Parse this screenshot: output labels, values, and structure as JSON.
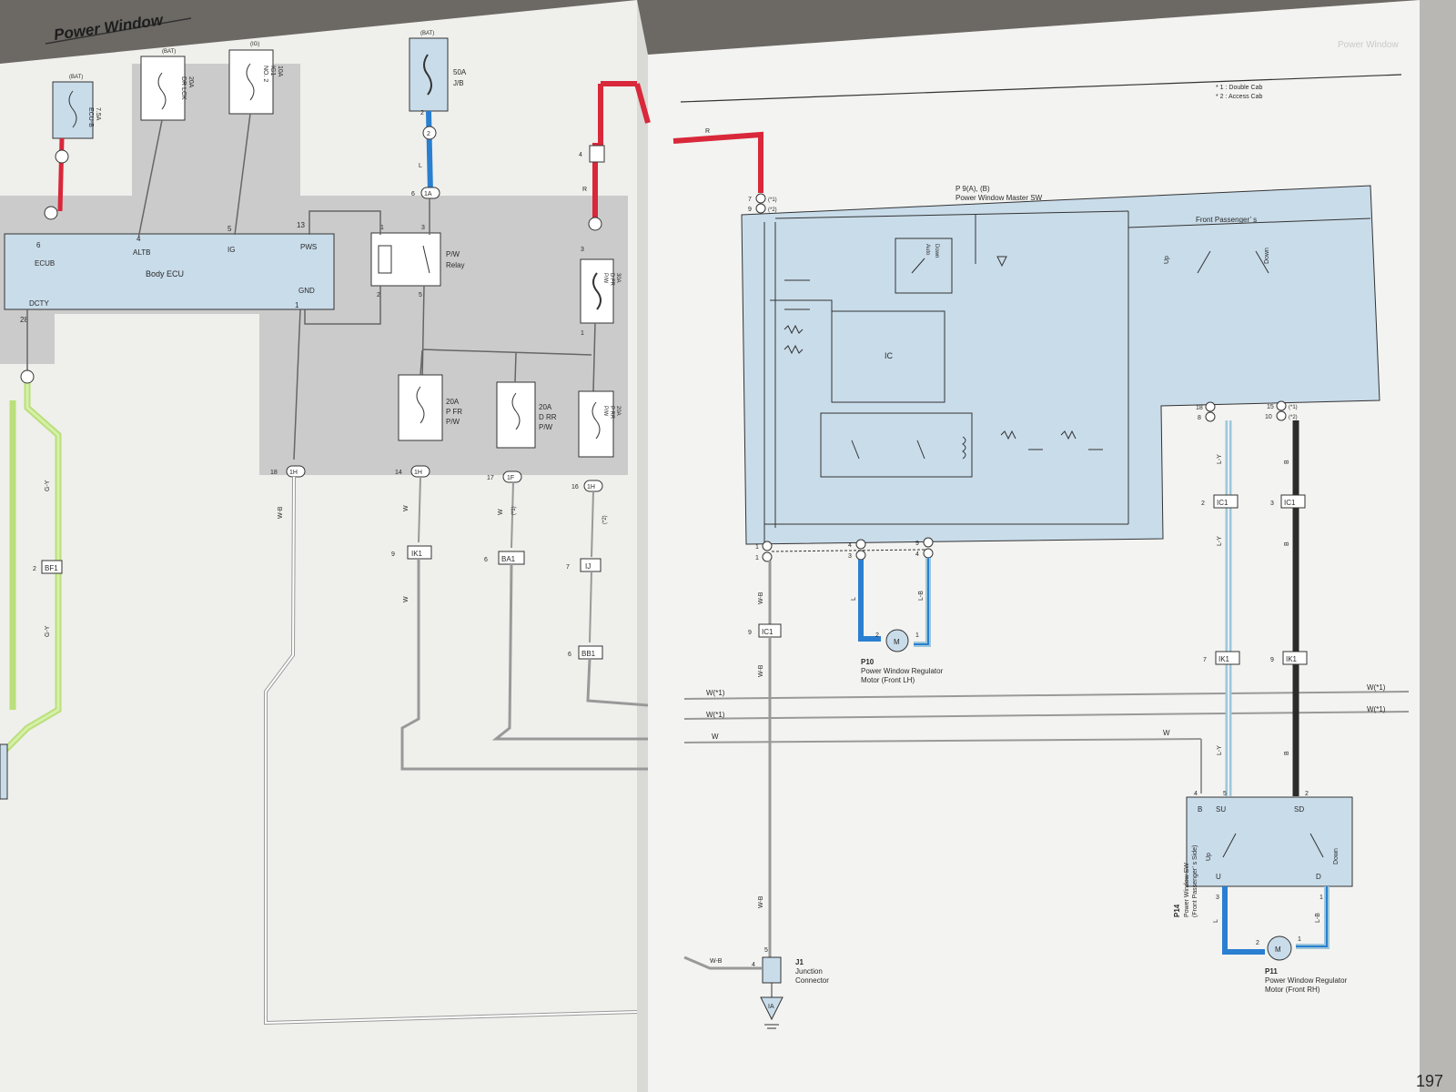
{
  "page": {
    "left_title": "Power Window",
    "right_header_faded": "Power Window",
    "page_number": "197"
  },
  "legend": {
    "cab1": "* 1 : Double Cab",
    "cab2": "* 2 : Access Cab"
  },
  "fuses": {
    "ecub": {
      "source": "(BAT)",
      "rating": "7.5A",
      "name": "ECU-B"
    },
    "drlck": {
      "source": "(BAT)",
      "rating": "20A",
      "name": "DR LCK"
    },
    "ig1": {
      "source": "(IG)",
      "rating": "10A",
      "name1": "IG1",
      "name2": "NO. 2"
    },
    "jb": {
      "source": "(BAT)",
      "rating": "50A",
      "name": "J/B"
    },
    "pfr": {
      "rating": "20A",
      "name1": "P FR",
      "name2": "P/W"
    },
    "drr": {
      "rating": "20A",
      "name1": "D RR",
      "name2": "P/W"
    },
    "prr": {
      "rating": "20A",
      "name1": "P RR",
      "name2": "P/W"
    },
    "dfr": {
      "rating": "30A",
      "name1": "D FR",
      "name2": "P/W"
    }
  },
  "body_ecu": {
    "name": "Body ECU",
    "pins": {
      "ecub": "ECUB",
      "altb": "ALTB",
      "ig": "IG",
      "pws": "PWS",
      "gnd": "GND",
      "dcty": "DCTY"
    },
    "pin_numbers": {
      "ecub": "6",
      "altb": "4",
      "ig": "5",
      "pws": "13",
      "gnd": "1",
      "dcty": "28"
    }
  },
  "relay": {
    "name1": "P/W",
    "name2": "Relay",
    "pin3": "3",
    "pin1": "1",
    "pin2": "2",
    "pin5": "5"
  },
  "connectors": {
    "c2": "2",
    "c1a": "1A",
    "c1h_18": "1H",
    "c1h_14": "1H",
    "c1f_17": "1F",
    "c1h_16": "1H",
    "ik1": "IK1",
    "ba1": "BA1",
    "ij": "IJ",
    "bb1": "BB1",
    "bf1": "BF1",
    "ic1": "IC1",
    "ik1_r": "IK1",
    "j1": "J1",
    "ia": "IA"
  },
  "pin_labels": {
    "p2": "2",
    "p6": "6",
    "p4": "4",
    "p1": "1",
    "p3": "3",
    "p18": "18",
    "p14": "14",
    "p17": "17",
    "p16": "16",
    "p9": "9",
    "p6b": "6",
    "p7": "7",
    "p2b": "2",
    "p5": "5"
  },
  "wire_colors": {
    "L": "L",
    "R": "R",
    "WB": "W-B",
    "W": "W",
    "LY": "L-Y",
    "B": "B",
    "LB": "L-B",
    "GY": "G-Y",
    "star1": "(*1)",
    "star2": "(*2)",
    "W1": "W(*1)",
    "W2": "W(*1)"
  },
  "master_sw": {
    "code": "P 9(A), (B)",
    "name": "Power Window Master SW",
    "ic": "IC",
    "auto": "Auto",
    "down": "Down",
    "front_passenger": "Front Passenger’ s",
    "up": "Up",
    "down2": "Down",
    "pins": {
      "a7": "7",
      "b9": "9",
      "a1": "1",
      "b1": "1",
      "a4": "4",
      "b3": "3",
      "a9": "9",
      "b4": "4",
      "a18": "18",
      "b8": "8",
      "a15": "15",
      "b10": "10"
    },
    "letters": {
      "A": "A",
      "B": "B"
    }
  },
  "motor_front_lh": {
    "code": "P10",
    "name1": "Power Window Regulator",
    "name2": "Motor (Front LH)",
    "m": "M",
    "pin2": "2",
    "pin1": "1"
  },
  "passenger_sw": {
    "code": "P14",
    "name1": "Power Window SW",
    "name2": "(Front Passenger’ s Side)",
    "pins": {
      "B": "B",
      "SU": "SU",
      "SD": "SD",
      "U": "U",
      "D": "D",
      "p4": "4",
      "p5": "5",
      "p2": "2",
      "p3": "3",
      "p1": "1"
    },
    "up": "Up",
    "down": "Down"
  },
  "motor_front_rh": {
    "code": "P11",
    "name1": "Power Window Regulator",
    "name2": "Motor (Front RH)",
    "m": "M",
    "pin2": "2",
    "pin1": "1"
  },
  "junction": {
    "code": "J1",
    "name1": "Junction",
    "name2": "Connector",
    "p5": "5",
    "p4": "4"
  },
  "colors": {
    "blue_fill": "#c9dcea",
    "gray_fill": "#c8c8c8",
    "wire_red": "#d8283a",
    "wire_blue": "#2a7fd0",
    "wire_green": "#b9e07a",
    "wire_black": "#2b2b2b",
    "wire_lightblue": "#9fc7d9",
    "paper_left": "#f2f2f0",
    "paper_right": "#f4f4f2"
  }
}
